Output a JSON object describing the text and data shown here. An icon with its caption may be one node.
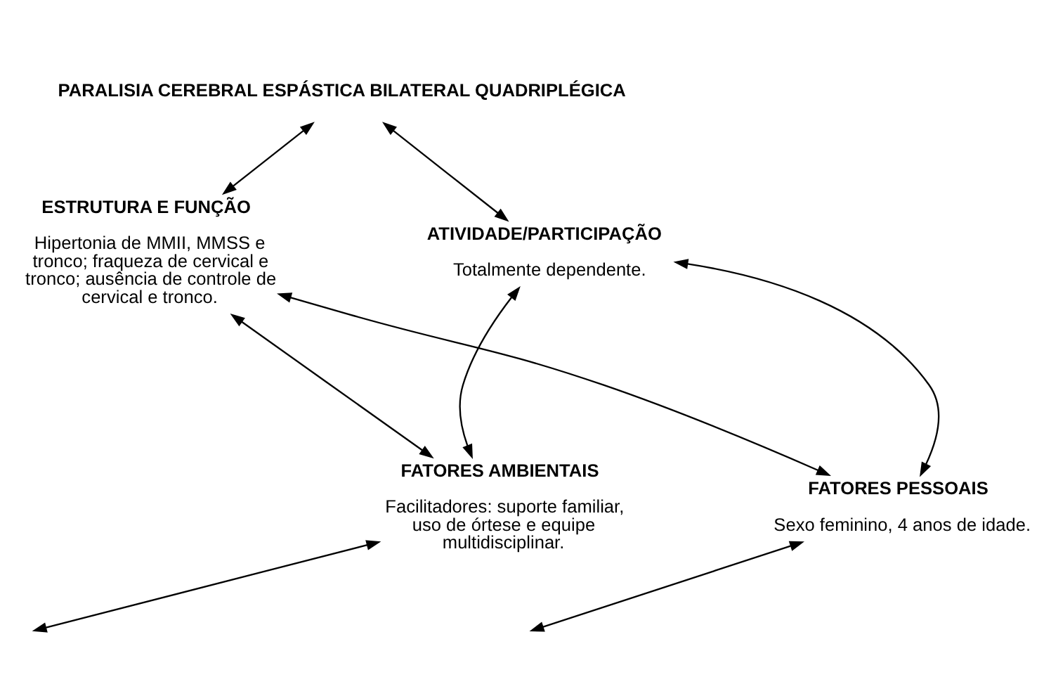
{
  "diagram": {
    "nodes": [
      {
        "text": [
          "PARALISIA CEREBRAL ESPÁSTICA BILATERAL QUADRIPLÉGICA"
        ]
      },
      {
        "text": [
          "ESTRUTURA E FUNÇÃO",
          "Hipertonia de MMII, MMSS e tronco; fraqueza de cervical e tronco; ausência de controle de cervical e tronco."
        ]
      },
      {
        "text": [
          "ATIVIDADE/PARTICIPAÇÃO",
          "Totalmente dependente."
        ]
      },
      {
        "text": [
          "FATORES AMBIENTAIS",
          "Facilitadores: suporte familiar, uso de órtese e equipe multidisciplinar."
        ]
      },
      {
        "text": [
          "FATORES PESSOAIS",
          "Sexo feminino, 4 anos de idade."
        ]
      }
    ],
    "edges": [
      {
        "from": 0,
        "to": 1,
        "arrow": "both"
      },
      {
        "from": 0,
        "to": 2,
        "arrow": "both"
      },
      {
        "from": 3,
        "to": 1,
        "arrow": "both"
      },
      {
        "from": 3,
        "to": 2,
        "arrow": "both"
      },
      {
        "from": 4,
        "to": 1,
        "arrow": "both"
      },
      {
        "from": 4,
        "to": 2,
        "arrow": "both"
      },
      {
        "from": 3,
        "to": null,
        "arrow": "both"
      },
      {
        "from": 4,
        "to": null,
        "arrow": "both"
      }
    ]
  }
}
